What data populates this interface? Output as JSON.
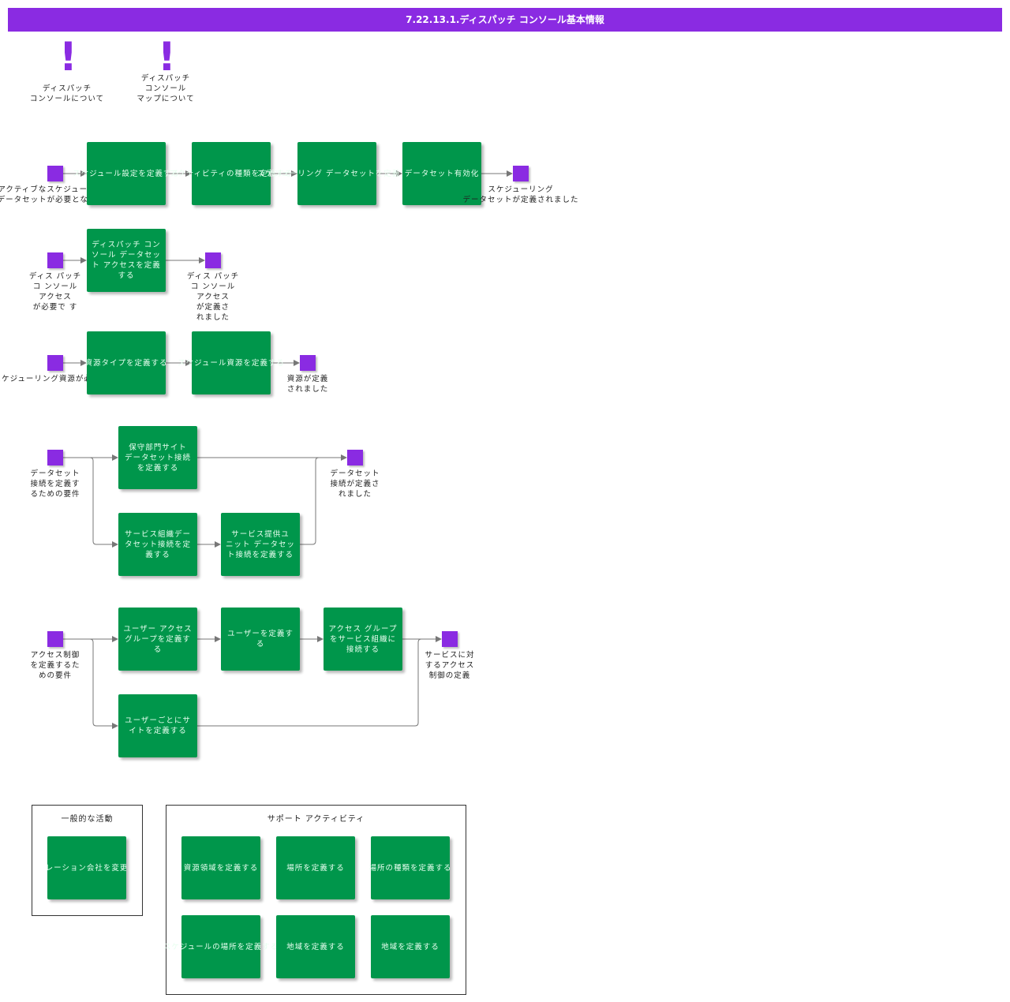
{
  "title": "7.22.13.1.ディスパッチ コンソール基本情報",
  "info_items": [
    {
      "label": "ディスパッチ\nコンソールについて"
    },
    {
      "label": "ディスパッチ\nコンソール\nマップについて"
    }
  ],
  "flow1": {
    "start_label": "アクティブなスケジューリング\nデータセットが必要となります",
    "steps": [
      "スケジュール設定を定義する",
      "アクティビティの種類を定義する",
      "スケジューリング\nデータセットを定義する",
      "データセット有効化"
    ],
    "end_label": "スケジューリング\nデータセットが定義されました"
  },
  "flow2": {
    "start_label": "ディス パッチ\nコ ンソール\nアクセス\nが必要で す",
    "steps": [
      "ディスパッチ コン\nソール データセッ\nト アクセスを定義\nする"
    ],
    "end_label": "ディス パッチ\nコ ンソール\nアクセス\nが定義さ\nれました"
  },
  "flow3": {
    "start_label": "スケジューリング資源が必要です",
    "steps": [
      "資源タイプを定義する",
      "スケジュール資源を定義する"
    ],
    "end_label": "資源が定義\nされました"
  },
  "flow4": {
    "start_label": "データセット\n接続を定義す\nるための要件",
    "steps": [
      "保守部門サイト\nデータセット接続\nを定義する",
      "サービス組織デー\nタセット接続を定\n義する",
      "サービス提供ユ\nニット データセッ\nト接続を定義する"
    ],
    "end_label": "データセット\n接続が定義さ\nれました"
  },
  "flow5": {
    "start_label": "アクセス制御\nを定義するた\nめの要件",
    "steps": [
      "ユーザー アクセス\nグループを定義す\nる",
      "ユーザーを定義す\nる",
      "アクセス グループ\nをサービス組織に\n接続する",
      "ユーザーごとにサ\nイトを定義する"
    ],
    "end_label": "サービスに対\nするアクセス\n制御の定義"
  },
  "general": {
    "title": "一般的な活動",
    "items": [
      "オペレーション会社を変更する"
    ]
  },
  "support": {
    "title": "サポート アクティビティ",
    "items": [
      "資源領域を定義する",
      "場所を定義する",
      "場所の種類を定義する",
      "スケジュールの場所を定義する",
      "地域を定義する",
      "地域を定義する"
    ]
  },
  "colors": {
    "header": "#8a2be2",
    "event": "#8a2be2",
    "activity": "#00964b",
    "connector": "#777777"
  }
}
